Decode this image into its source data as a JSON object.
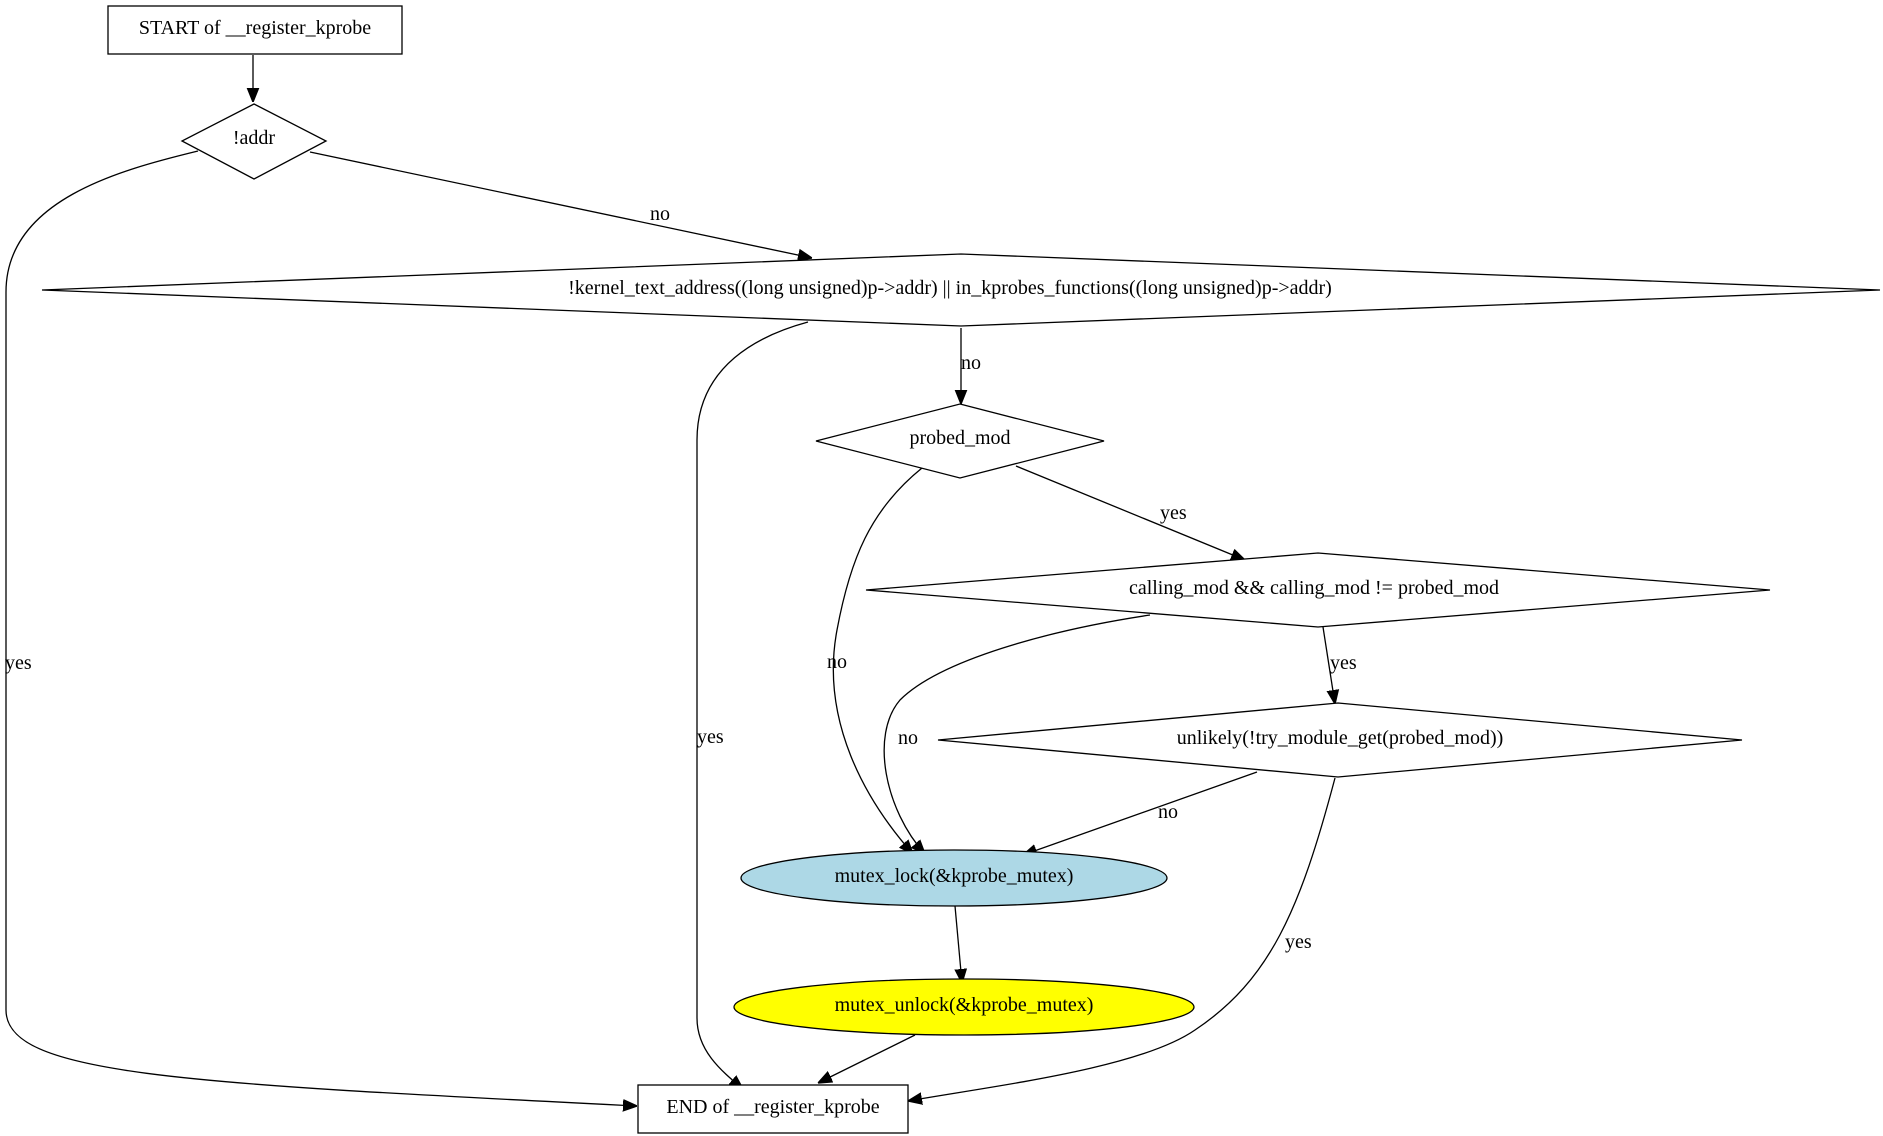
{
  "nodes": {
    "start": {
      "label": "START of __register_kprobe",
      "shape": "box"
    },
    "addr_check": {
      "label": "!addr",
      "shape": "diamond"
    },
    "text_addr_check": {
      "label": "!kernel_text_address((long unsigned)p->addr) || in_kprobes_functions((long unsigned)p->addr)",
      "shape": "diamond"
    },
    "probed_mod_check": {
      "label": "probed_mod",
      "shape": "diamond"
    },
    "calling_mod_check": {
      "label": "calling_mod && calling_mod != probed_mod",
      "shape": "diamond"
    },
    "try_module_get_check": {
      "label": "unlikely(!try_module_get(probed_mod))",
      "shape": "diamond"
    },
    "mutex_lock": {
      "label": "mutex_lock(&kprobe_mutex)",
      "shape": "ellipse",
      "fill": "#add8e6"
    },
    "mutex_unlock": {
      "label": "mutex_unlock(&kprobe_mutex)",
      "shape": "ellipse",
      "fill": "#ffff00"
    },
    "end": {
      "label": "END of __register_kprobe",
      "shape": "box"
    }
  },
  "edges": {
    "start_to_addr": {
      "label": ""
    },
    "addr_yes_to_end": {
      "label": "yes"
    },
    "addr_no_to_text": {
      "label": "no"
    },
    "text_yes_to_end": {
      "label": "yes"
    },
    "text_no_to_probed": {
      "label": "no"
    },
    "probed_yes_to_calling": {
      "label": "yes"
    },
    "probed_no_to_lock": {
      "label": "no"
    },
    "calling_yes_to_try": {
      "label": "yes"
    },
    "calling_no_to_lock": {
      "label": "no"
    },
    "try_no_to_lock": {
      "label": "no"
    },
    "try_yes_to_end": {
      "label": "yes"
    },
    "lock_to_unlock": {
      "label": ""
    },
    "unlock_to_end": {
      "label": ""
    }
  },
  "colors": {
    "mutex_lock_fill": "#add8e6",
    "mutex_unlock_fill": "#ffff00",
    "stroke": "#000000",
    "background": "#ffffff"
  }
}
